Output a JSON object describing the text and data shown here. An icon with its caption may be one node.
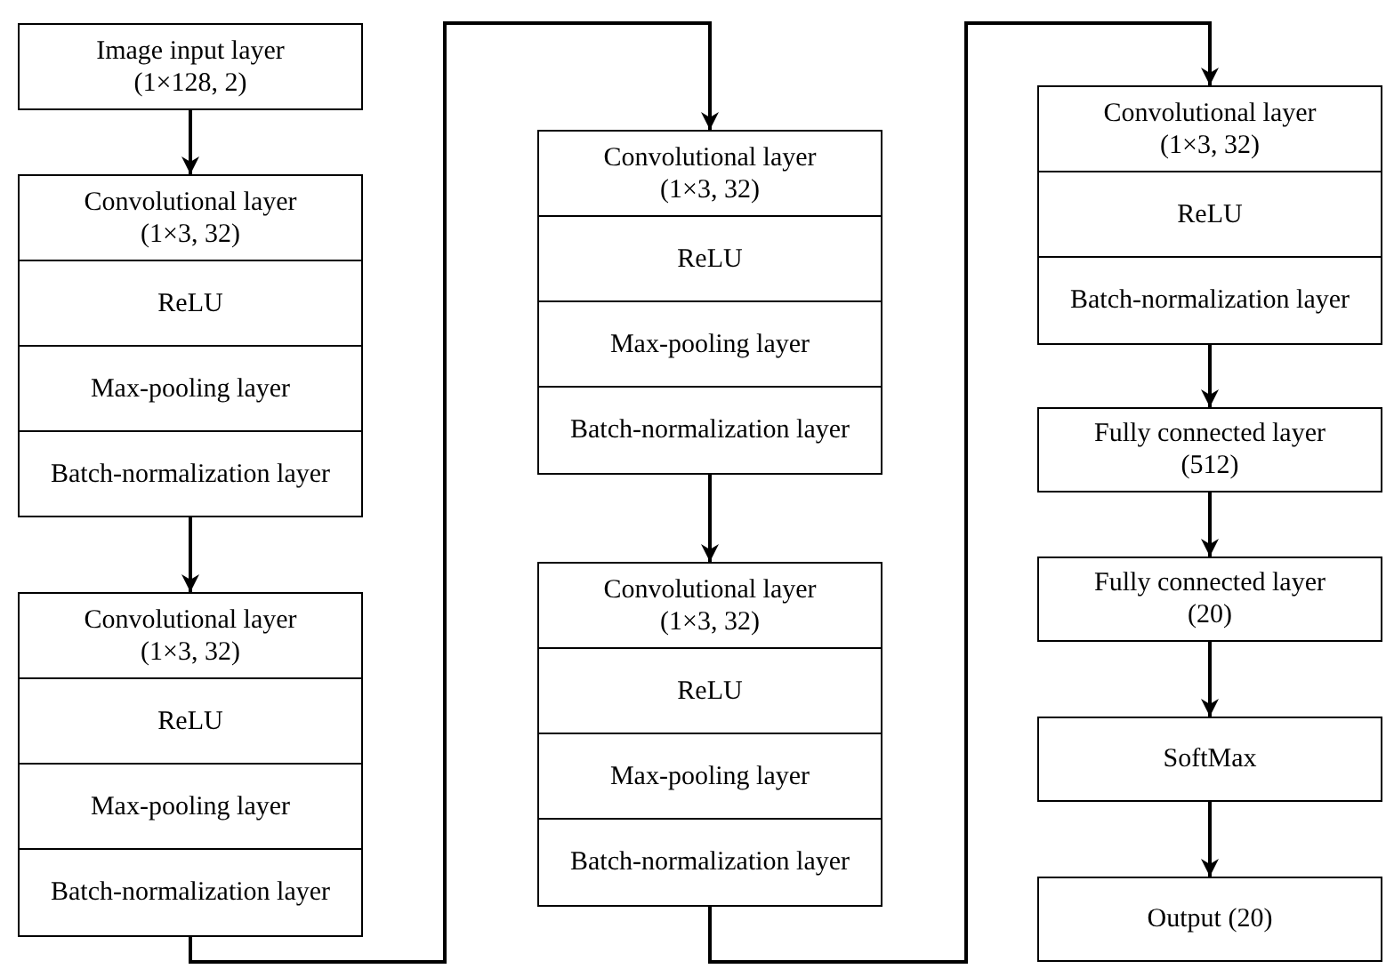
{
  "diagram": {
    "nodes": [
      {
        "text": [
          "Image input layer (1×128, 2)"
        ]
      },
      {
        "text": [
          "Convolutional layer (1×3, 32)"
        ]
      },
      {
        "text": [
          "ReLU"
        ]
      },
      {
        "text": [
          "Max-pooling layer"
        ]
      },
      {
        "text": [
          "Batch-normalization layer"
        ]
      },
      {
        "text": [
          "Convolutional layer (1×3, 32)"
        ]
      },
      {
        "text": [
          "ReLU"
        ]
      },
      {
        "text": [
          "Max-pooling layer"
        ]
      },
      {
        "text": [
          "Batch-normalization layer"
        ]
      },
      {
        "text": [
          "Convolutional layer (1×3, 32)"
        ]
      },
      {
        "text": [
          "ReLU"
        ]
      },
      {
        "text": [
          "Max-pooling layer"
        ]
      },
      {
        "text": [
          "Batch-normalization layer"
        ]
      },
      {
        "text": [
          "Convolutional layer (1×3, 32)"
        ]
      },
      {
        "text": [
          "ReLU"
        ]
      },
      {
        "text": [
          "Max-pooling layer"
        ]
      },
      {
        "text": [
          "Batch-normalization layer"
        ]
      },
      {
        "text": [
          "Convolutional layer (1×3, 32)"
        ]
      },
      {
        "text": [
          "ReLU"
        ]
      },
      {
        "text": [
          "Batch-normalization layer"
        ]
      },
      {
        "text": [
          "Fully connected layer (512)"
        ]
      },
      {
        "text": [
          "Fully connected layer (20)"
        ]
      },
      {
        "text": [
          "SoftMax"
        ]
      },
      {
        "text": [
          "Output (20)"
        ]
      }
    ],
    "edges": [
      {
        "from": 0,
        "to": 1,
        "arrow": "to"
      },
      {
        "from": 4,
        "to": 5,
        "arrow": "to"
      },
      {
        "from": 8,
        "to": 9,
        "arrow": "to"
      },
      {
        "from": 12,
        "to": 13,
        "arrow": "to"
      },
      {
        "from": 16,
        "to": 17,
        "arrow": "to"
      },
      {
        "from": 19,
        "to": 20,
        "arrow": "to"
      },
      {
        "from": 20,
        "to": 21,
        "arrow": "to"
      },
      {
        "from": 21,
        "to": 22,
        "arrow": "to"
      },
      {
        "from": 22,
        "to": 23,
        "arrow": "to"
      }
    ]
  }
}
